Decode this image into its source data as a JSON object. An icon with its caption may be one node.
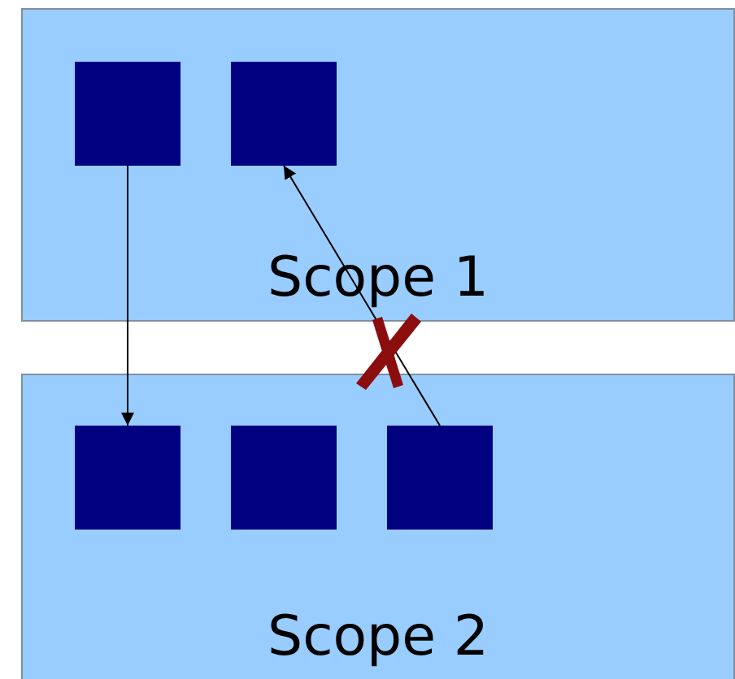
{
  "diagram": {
    "nodes": [
      {
        "text": [
          "Scope 1"
        ]
      },
      {
        "text": [],
        "shape": "box",
        "in": 0
      },
      {
        "text": [],
        "shape": "box",
        "in": 0
      },
      {
        "text": [
          "Scope 2"
        ]
      },
      {
        "text": [],
        "shape": "box",
        "in": 3
      },
      {
        "text": [],
        "shape": "box",
        "in": 3
      },
      {
        "text": [],
        "shape": "box",
        "in": 3
      }
    ],
    "edges": [
      {
        "from": 1,
        "to": 4,
        "arrow": "to"
      },
      {
        "from": 6,
        "to": 2,
        "arrow": "to"
      }
    ]
  }
}
